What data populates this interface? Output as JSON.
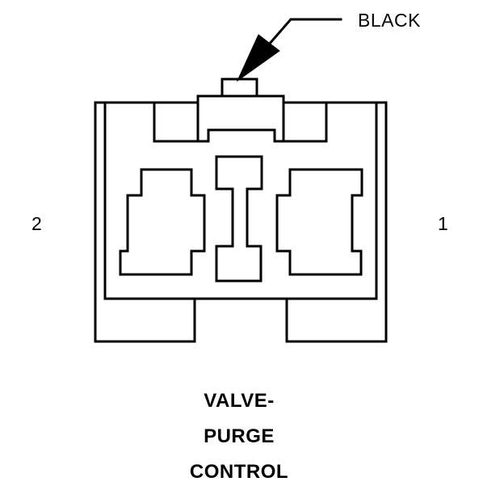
{
  "callout": {
    "text": "BLACK"
  },
  "pins": {
    "left": "2",
    "right": "1"
  },
  "title": {
    "lines": [
      "VALVE-",
      "PURGE",
      "CONTROL"
    ]
  }
}
